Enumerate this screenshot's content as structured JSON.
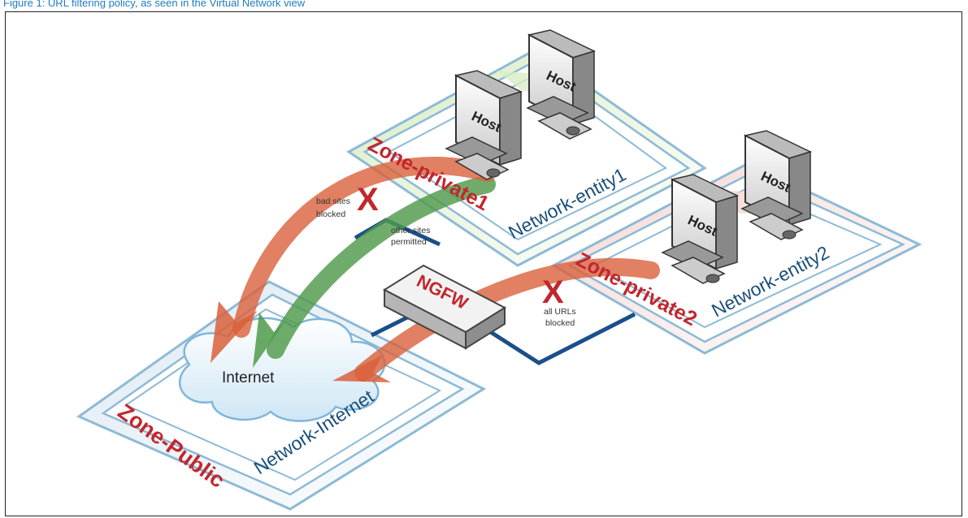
{
  "caption": "Figure 1: URL filtering policy, as seen in the Virtual Network view",
  "zones": {
    "private1": "Zone-private1",
    "private2": "Zone-private2",
    "public": "Zone-Public"
  },
  "networks": {
    "entity1": "Network-entity1",
    "entity2": "Network-entity2",
    "internet": "Network-Internet"
  },
  "hosts": [
    "Host",
    "Host",
    "Host",
    "Host"
  ],
  "firewall": "NGFW",
  "cloud": "Internet",
  "annotations": {
    "bad_sites": [
      "bad sites",
      "blocked"
    ],
    "other_sites": [
      "other sites",
      "permitted"
    ],
    "all_urls": [
      "all URLs",
      "blocked"
    ],
    "block_mark": "X"
  },
  "colors": {
    "zone_text": "#c1272d",
    "network_text": "#1b4f7a",
    "blocked_arrow": "#d9603b",
    "permitted_arrow": "#4f9a4a",
    "link_line": "#1a4f8a",
    "platform_edge": "#8dbad6"
  }
}
